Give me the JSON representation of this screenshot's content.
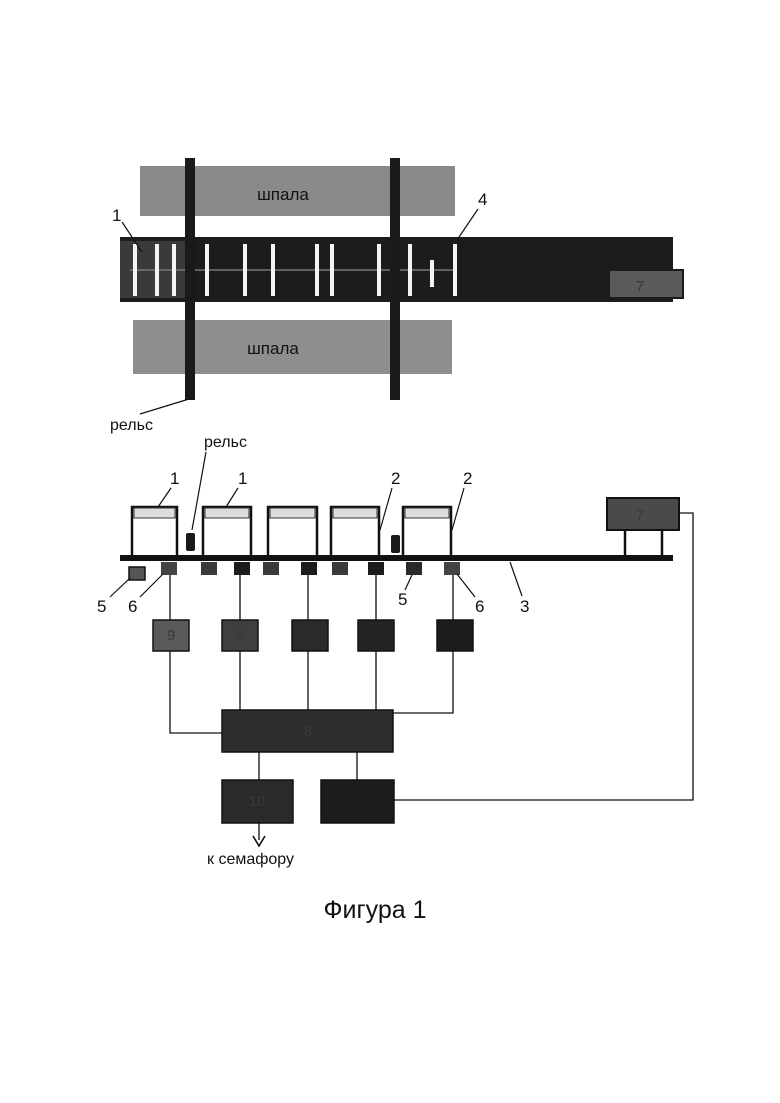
{
  "top_view": {
    "sleeper_label_top": "шпала",
    "sleeper_label_bottom": "шпала",
    "rail_label": "рельс",
    "callout_1": "1",
    "callout_4": "4",
    "block_7": "7"
  },
  "bottom_view": {
    "rail_label": "рельс",
    "callouts": {
      "c1a": "1",
      "c1b": "1",
      "c2a": "2",
      "c2b": "2",
      "c5a": "5",
      "c6a": "6",
      "c5b": "5",
      "c6b": "6",
      "c3": "3"
    },
    "block_9a": "9",
    "block_9b": "9",
    "block_8": "8",
    "block_10": "10",
    "block_7": "7",
    "semaphore_label": "к семафору"
  },
  "caption": "Фигура 1",
  "colors": {
    "ink": "#111111",
    "sleeper": "#8a8a8a",
    "strip": "#1c1c1c",
    "block": "#2a2a2a",
    "block_light": "#5a5a5a",
    "paper": "#ffffff"
  }
}
